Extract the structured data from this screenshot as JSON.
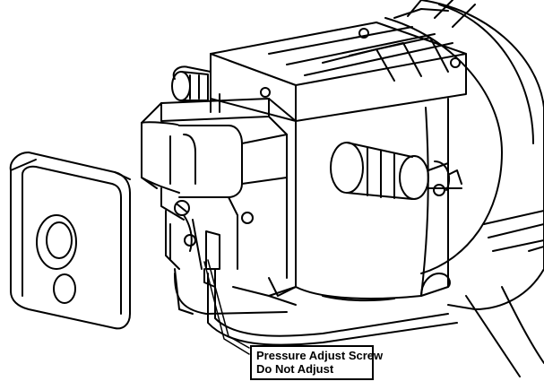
{
  "callout": {
    "line1": "Pressure Adjust Screw",
    "line2": "Do Not Adjust"
  },
  "colors": {
    "ink": "#000000",
    "paper": "#ffffff"
  },
  "icons": [
    "pump-assembly",
    "cover-plate",
    "hose-barb-fitting",
    "adjust-screw"
  ]
}
